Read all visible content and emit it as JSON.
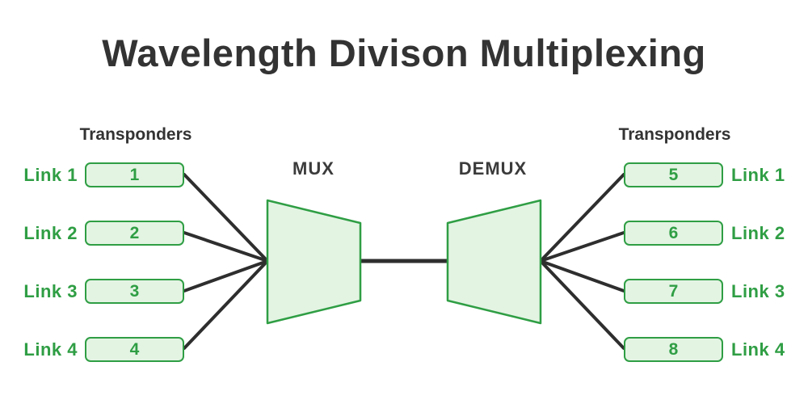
{
  "title": "Wavelength Divison Multiplexing",
  "left": {
    "heading": "Transponders",
    "links": [
      {
        "label": "Link 1",
        "number": "1"
      },
      {
        "label": "Link 2",
        "number": "2"
      },
      {
        "label": "Link 3",
        "number": "3"
      },
      {
        "label": "Link 4",
        "number": "4"
      }
    ]
  },
  "mux": {
    "label": "MUX"
  },
  "demux": {
    "label": "DEMUX"
  },
  "right": {
    "heading": "Transponders",
    "links": [
      {
        "label": "Link 1",
        "number": "5"
      },
      {
        "label": "Link 2",
        "number": "6"
      },
      {
        "label": "Link 3",
        "number": "7"
      },
      {
        "label": "Link 4",
        "number": "8"
      }
    ]
  },
  "colors": {
    "accent_green": "#2f9e44",
    "fill_light_green": "#e3f4e3",
    "text_dark": "#333333",
    "line_dark": "#2e2e2e"
  }
}
